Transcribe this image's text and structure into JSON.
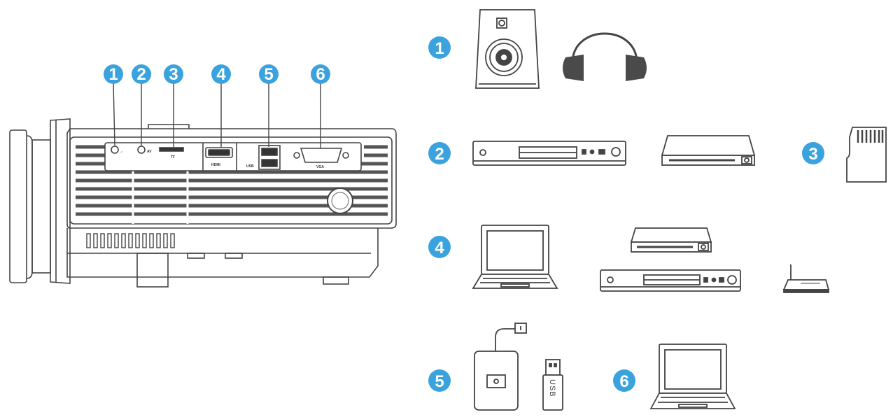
{
  "badges": [
    "1",
    "2",
    "3",
    "4",
    "5",
    "6"
  ],
  "port_labels": {
    "av": "AV",
    "tf": "TF",
    "hdmi": "HDMI",
    "usb": "USB",
    "vga": "VGA"
  },
  "usb_stick_label": "USB",
  "colors": {
    "badge": "#3aa3de",
    "line": "#444444",
    "device_fill": "#ffffff",
    "dark": "#4a4a4a"
  }
}
